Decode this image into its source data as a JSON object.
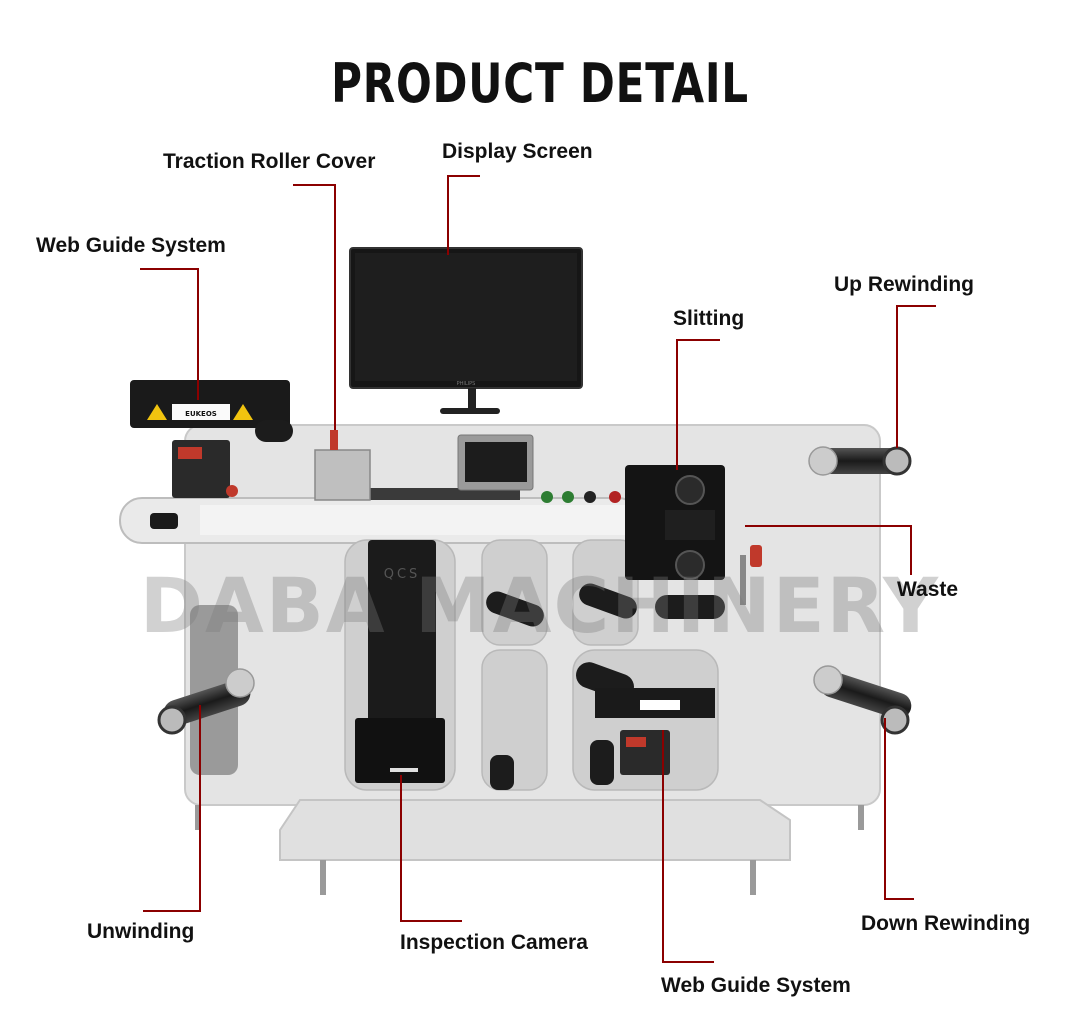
{
  "page": {
    "title": "PRODUCT DETAIL",
    "watermark": "DABA MACHINERY",
    "screen_brand": "PHILIPS",
    "brand": "EUKEOS",
    "inspection_logo": "QCS"
  },
  "labels": {
    "traction_roller_cover": "Traction Roller Cover",
    "display_screen": "Display Screen",
    "web_guide_top": "Web Guide System",
    "up_rewinding": "Up Rewinding",
    "slitting": "Slitting",
    "waste": "Waste",
    "unwinding": "Unwinding",
    "inspection_camera": "Inspection Camera",
    "down_rewinding": "Down Rewinding",
    "web_guide_bottom": "Web Guide System"
  },
  "colors": {
    "leader_line": "#8b0000",
    "frame": "#e4e4e4",
    "dark": "#1a1a1a",
    "title": "#111111"
  }
}
